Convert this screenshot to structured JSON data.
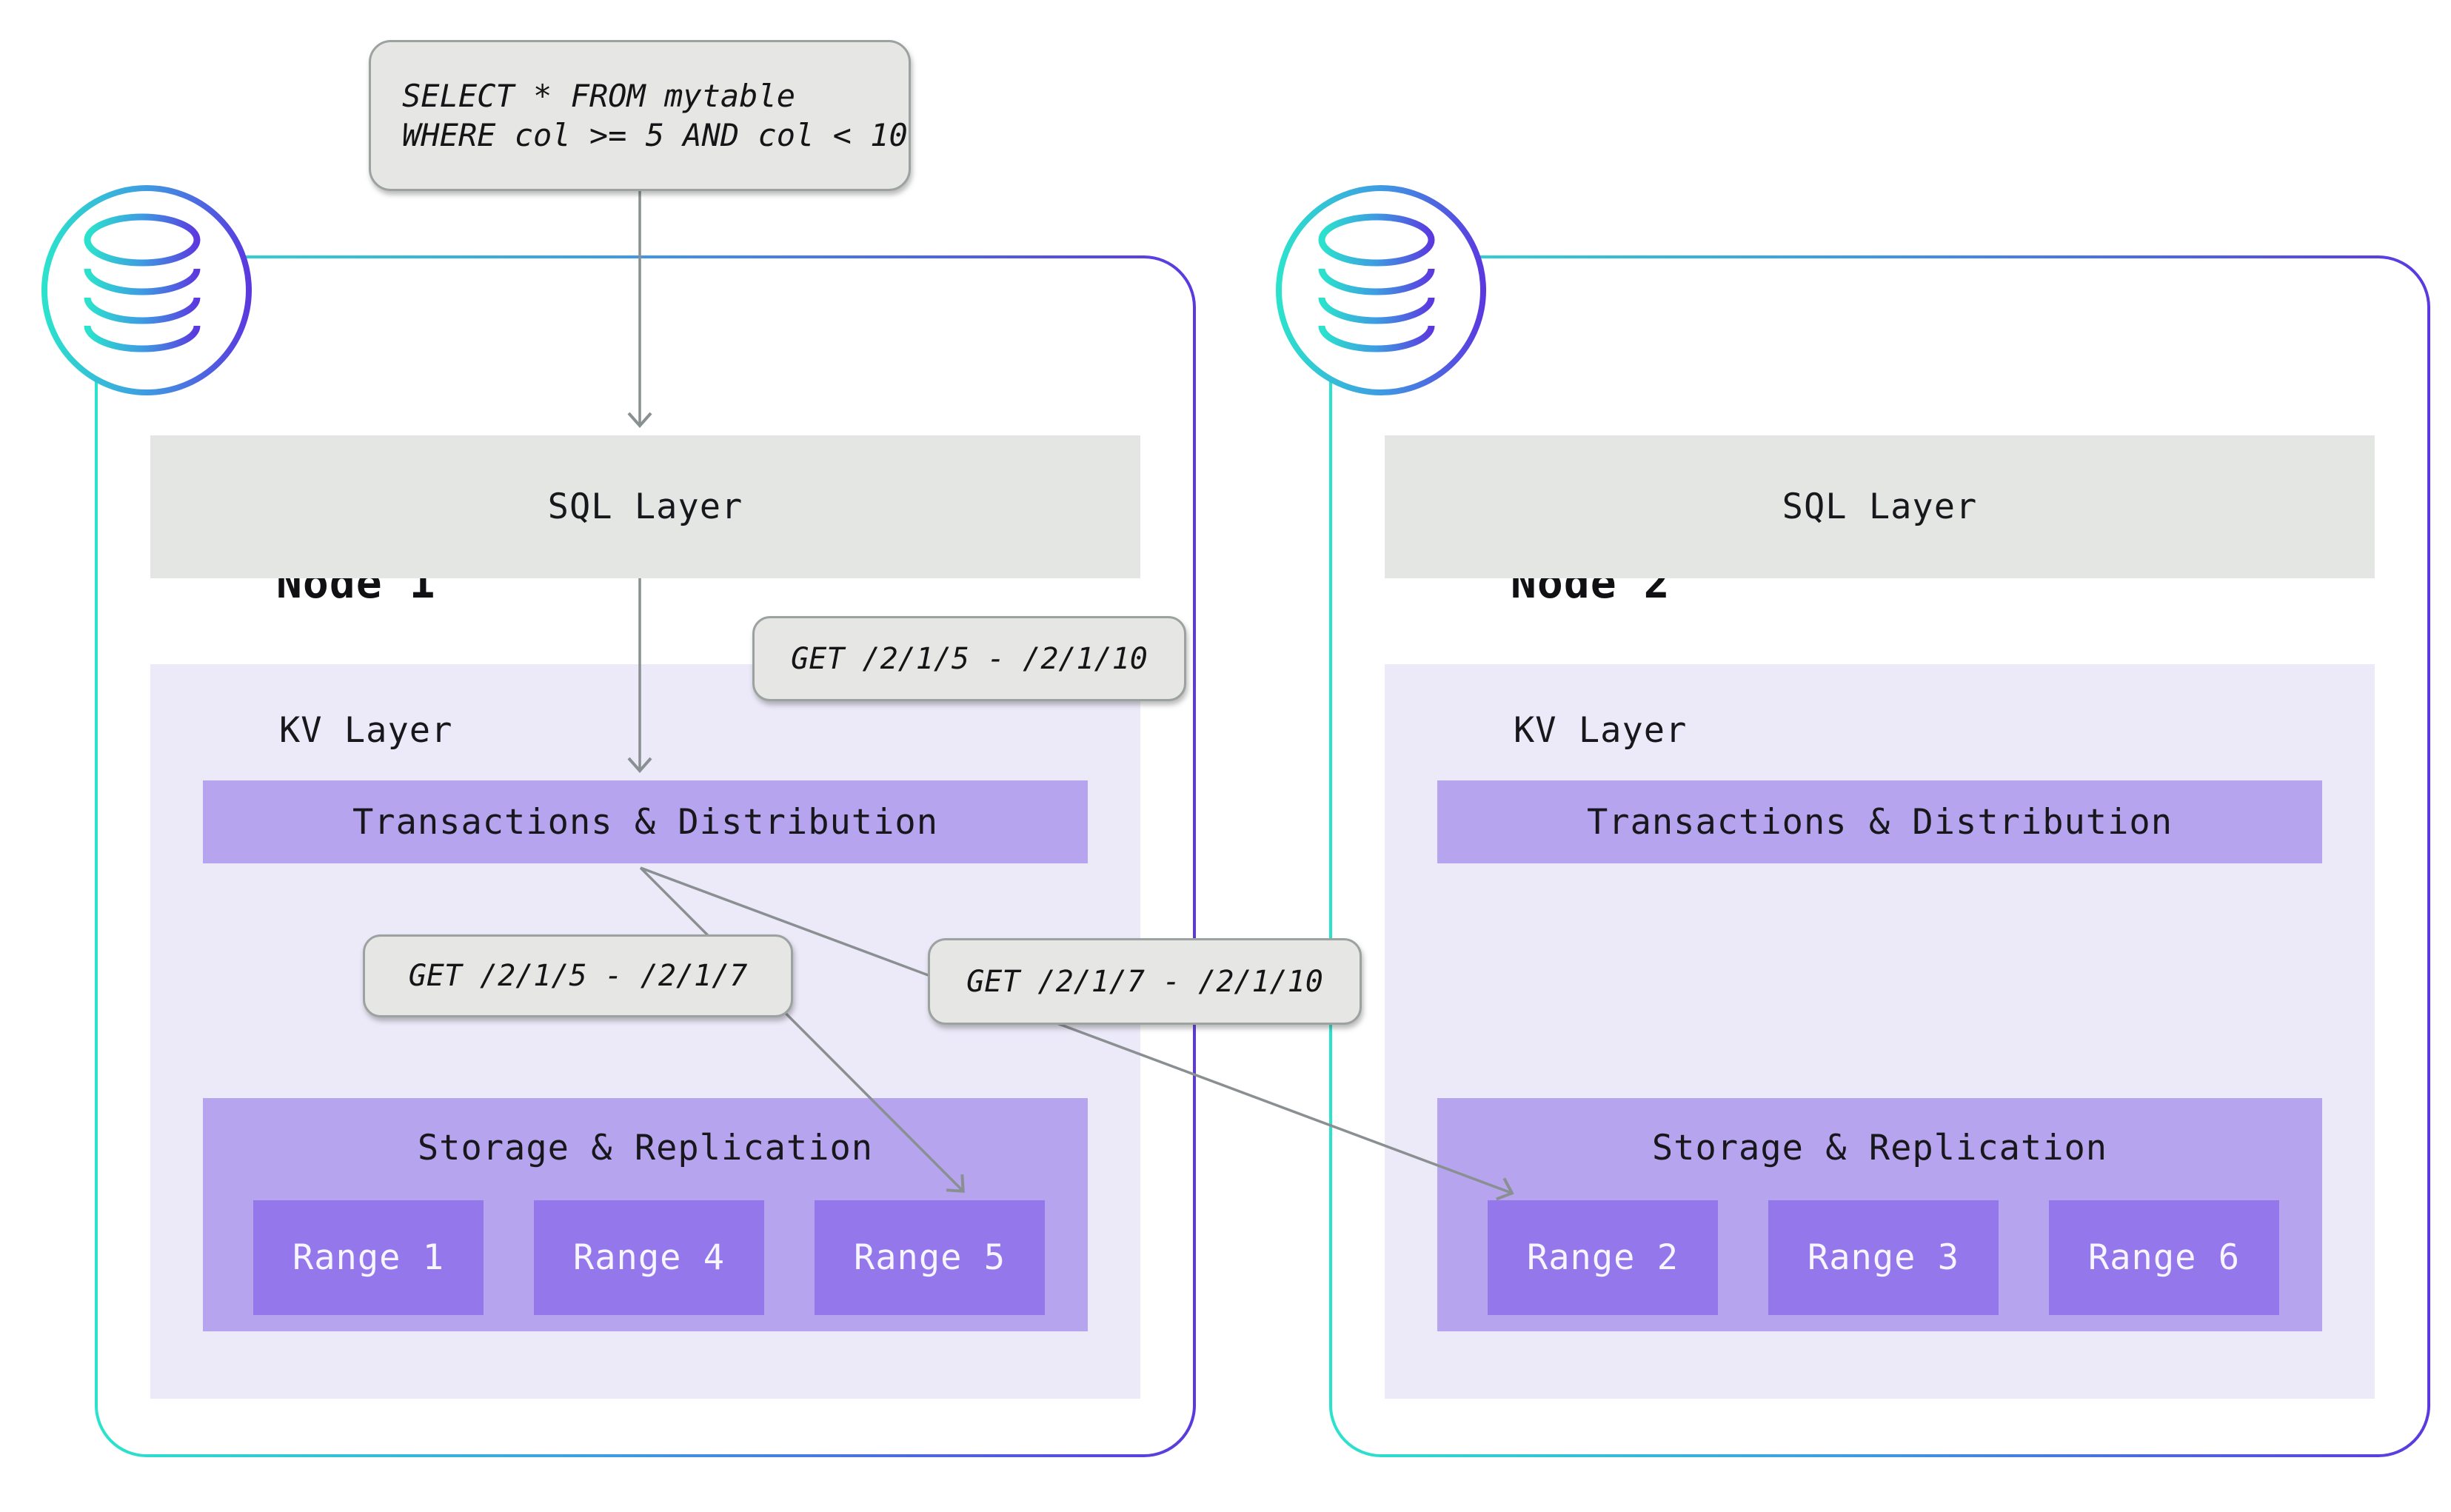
{
  "diagram": {
    "sql_query": {
      "line1": "SELECT * FROM mytable",
      "line2": "WHERE col >= 5 AND col < 10"
    },
    "kv_requests": {
      "full": "GET /2/1/5 - /2/1/10",
      "local": "GET /2/1/5 - /2/1/7",
      "remote": "GET /2/1/7 - /2/1/10"
    },
    "nodes": [
      {
        "title": "Node 1",
        "sql_layer": "SQL Layer",
        "kv_layer": "KV Layer",
        "transactions": "Transactions & Distribution",
        "storage": "Storage & Replication",
        "ranges": [
          "Range 1",
          "Range 4",
          "Range 5"
        ]
      },
      {
        "title": "Node 2",
        "sql_layer": "SQL Layer",
        "kv_layer": "KV Layer",
        "transactions": "Transactions & Distribution",
        "storage": "Storage & Replication",
        "ranges": [
          "Range 2",
          "Range 3",
          "Range 6"
        ]
      }
    ],
    "colors": {
      "node_border_gradient": [
        "#2BE3CC",
        "#3E9BE2",
        "#5B39DF"
      ],
      "sql_layer_fill": "#E4E6E4",
      "kv_layer_fill": "#ECEAF9",
      "purple_block_fill": "#B7A4EE",
      "range_fill": "#9577EC",
      "label_box_fill": "#E6E7E5",
      "label_box_border": "#9CA2A0",
      "arrow": "#8A9092",
      "text_dark": "#17171C",
      "text_light": "#F7F5FD"
    }
  }
}
